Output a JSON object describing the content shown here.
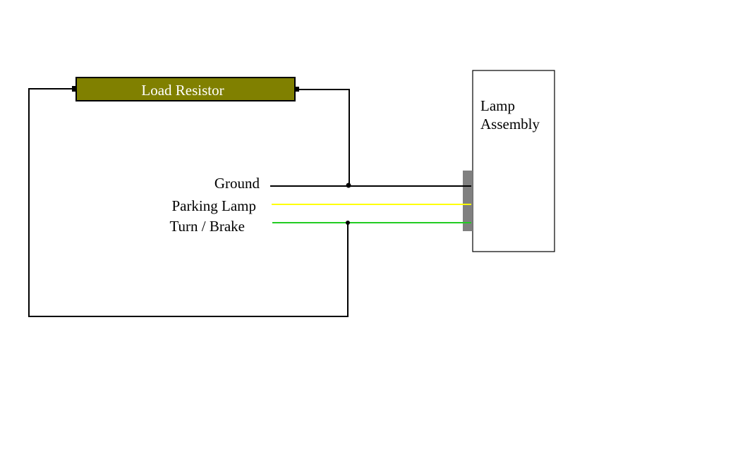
{
  "diagram": {
    "resistor": {
      "label": "Load Resistor",
      "fill": "#808000"
    },
    "lamp_assembly": {
      "label_line1": "Lamp",
      "label_line2": "Assembly"
    },
    "connector": {
      "fill": "#808080"
    },
    "wires": [
      {
        "label": "Ground",
        "color": "#000000"
      },
      {
        "label": "Parking Lamp",
        "color": "#ffff00"
      },
      {
        "label": "Turn / Brake",
        "color": "#22cc22"
      }
    ]
  }
}
